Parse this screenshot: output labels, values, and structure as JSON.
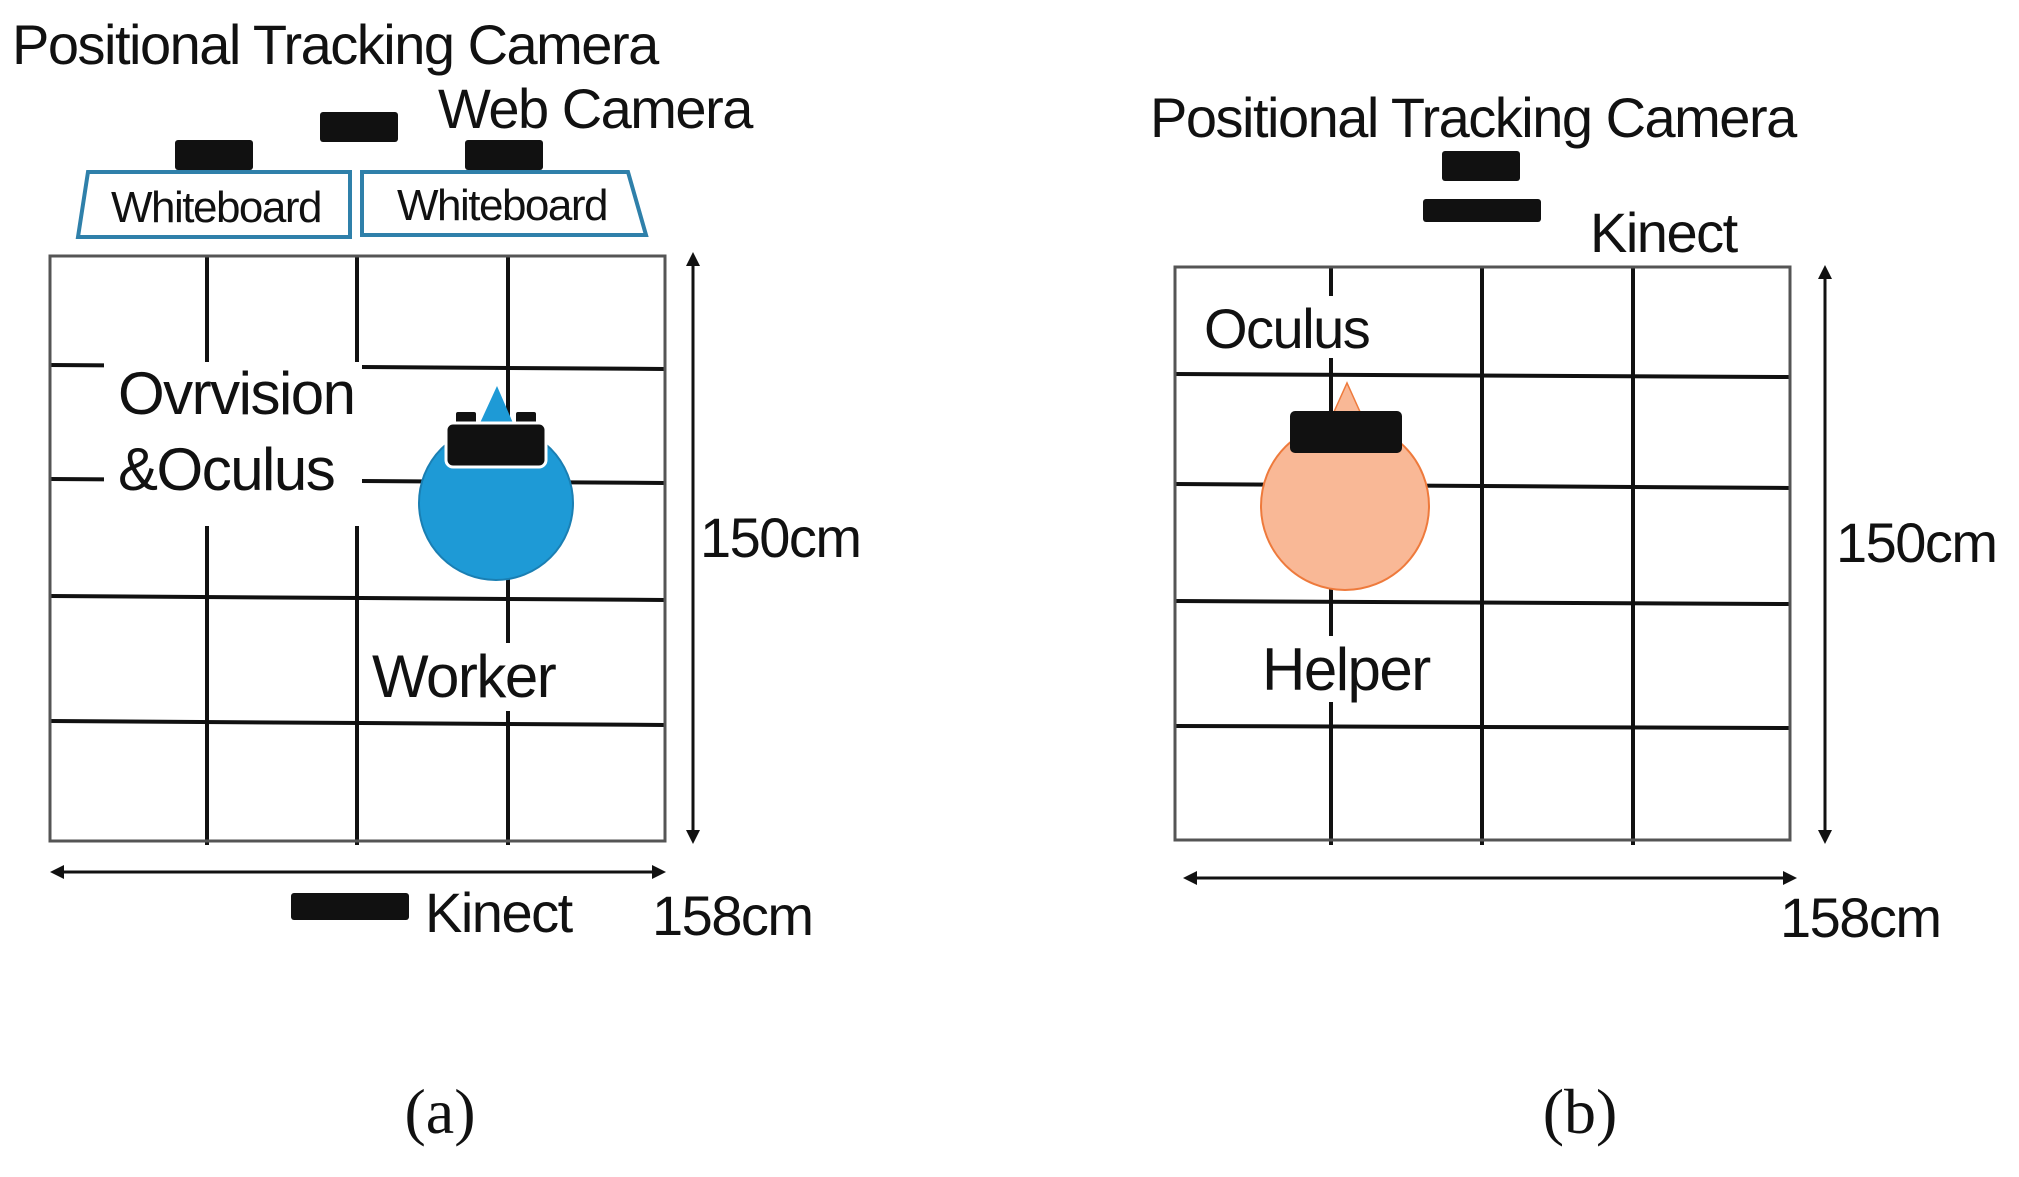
{
  "panel_a": {
    "positional_tracking_camera": "Positional Tracking Camera",
    "web_camera": "Web Camera",
    "whiteboard_left": "Whiteboard",
    "whiteboard_right": "Whiteboard",
    "device_line1": "Ovrvision",
    "device_line2": "&Oculus",
    "person": "Worker",
    "height": "150cm",
    "width": "158cm",
    "kinect": "Kinect",
    "person_color": "#1e9ad6",
    "caption": "(a)"
  },
  "panel_b": {
    "positional_tracking_camera": "Positional Tracking Camera",
    "kinect": "Kinect",
    "device": "Oculus",
    "person": "Helper",
    "height": "150cm",
    "width": "158cm",
    "person_color": "#f9b896",
    "person_stroke": "#ee7a3c",
    "caption": "(b)"
  }
}
